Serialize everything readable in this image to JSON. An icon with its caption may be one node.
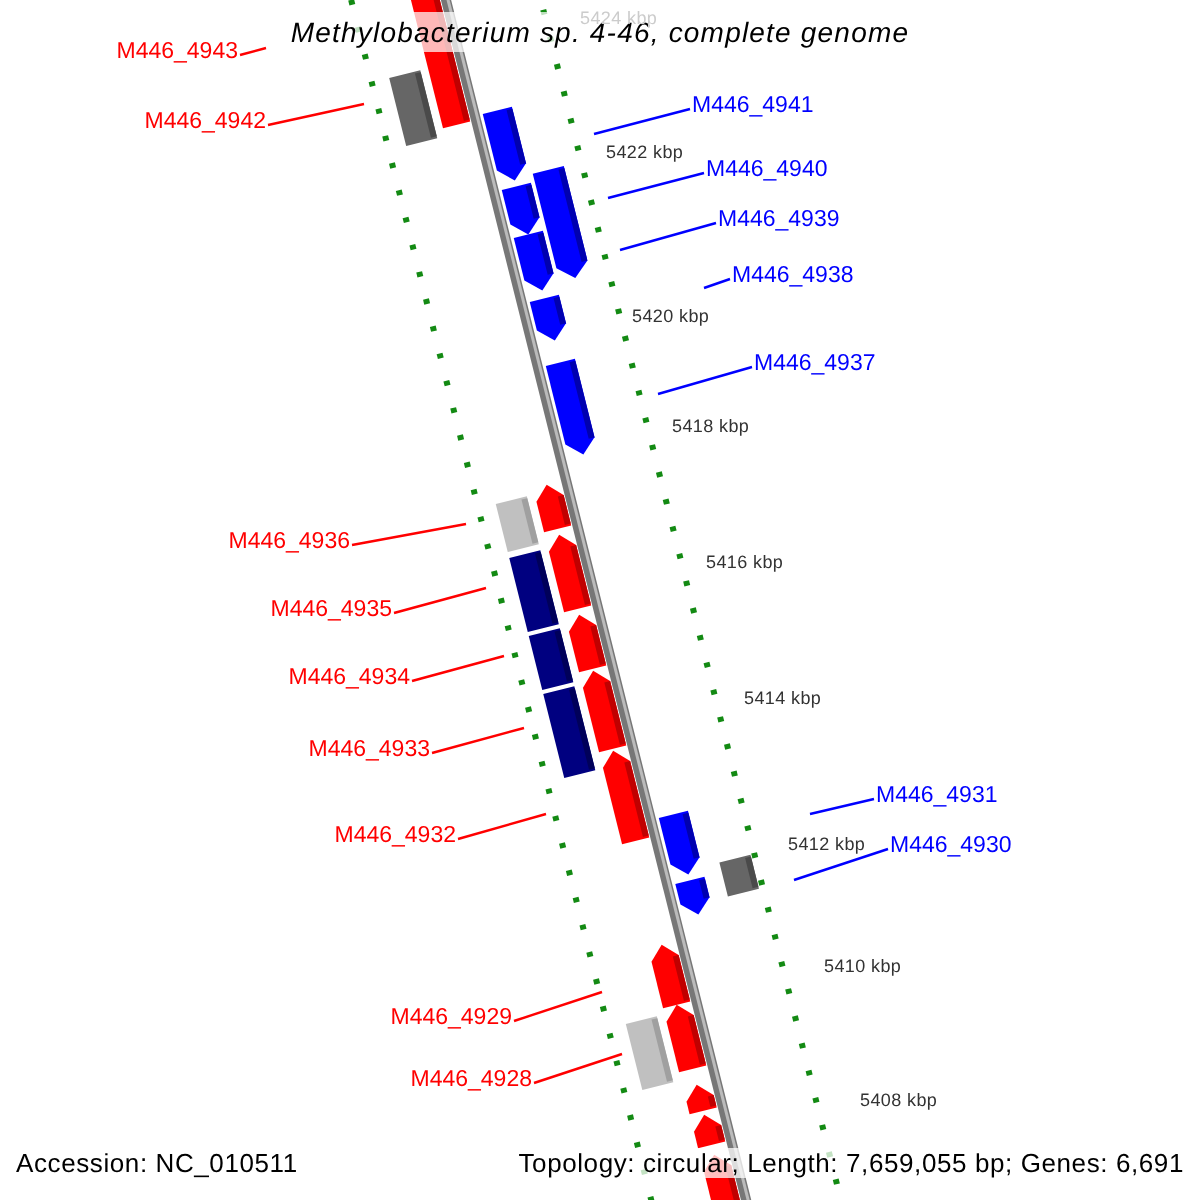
{
  "diagram": {
    "title": "Methylobacterium sp. 4-46, complete genome",
    "nodes": [
      {
        "text": [
          "M446_4943"
        ]
      },
      {
        "text": [
          "M446_4942"
        ]
      },
      {
        "text": [
          "M446_4941"
        ]
      },
      {
        "text": [
          "M446_4940"
        ]
      },
      {
        "text": [
          "M446_4939"
        ]
      },
      {
        "text": [
          "M446_4938"
        ]
      },
      {
        "text": [
          "M446_4937"
        ]
      },
      {
        "text": [
          "M446_4936"
        ]
      },
      {
        "text": [
          "M446_4935"
        ]
      },
      {
        "text": [
          "M446_4934"
        ]
      },
      {
        "text": [
          "M446_4933"
        ]
      },
      {
        "text": [
          "M446_4932"
        ]
      },
      {
        "text": [
          "M446_4931"
        ]
      },
      {
        "text": [
          "M446_4930"
        ]
      },
      {
        "text": [
          "M446_4929"
        ]
      },
      {
        "text": [
          "M446_4928"
        ]
      }
    ],
    "edges": [
      {
        "from": 0,
        "to": null,
        "arrow": "none"
      },
      {
        "from": 1,
        "to": null,
        "arrow": "none"
      },
      {
        "from": 2,
        "to": null,
        "arrow": "none",
        "color": "#0000ff"
      },
      {
        "from": 3,
        "to": null,
        "arrow": "none",
        "color": "#0000ff"
      },
      {
        "from": 4,
        "to": null,
        "arrow": "none",
        "color": "#0000ff"
      },
      {
        "from": 5,
        "to": null,
        "arrow": "none",
        "color": "#0000ff"
      },
      {
        "from": 6,
        "to": null,
        "arrow": "none",
        "color": "#0000ff"
      },
      {
        "from": 7,
        "to": null,
        "arrow": "none"
      },
      {
        "from": 8,
        "to": null,
        "arrow": "none"
      },
      {
        "from": 9,
        "to": null,
        "arrow": "none"
      },
      {
        "from": 10,
        "to": null,
        "arrow": "none"
      },
      {
        "from": 11,
        "to": null,
        "arrow": "none"
      },
      {
        "from": 12,
        "to": null,
        "arrow": "none",
        "color": "#0000ff"
      },
      {
        "from": 13,
        "to": null,
        "arrow": "none",
        "color": "#0000ff"
      },
      {
        "from": 14,
        "to": null,
        "arrow": "none"
      },
      {
        "from": 15,
        "to": null,
        "arrow": "none"
      }
    ],
    "labels": [
      "5424 kbp",
      "5422 kbp",
      "5420 kbp",
      "5418 kbp",
      "5416 kbp",
      "5414 kbp",
      "5412 kbp",
      "5410 kbp",
      "5408 kbp",
      "Accession: NC_010511",
      "Topology: circular; Length: 7,659,055 bp; Genes: 6,691"
    ]
  }
}
